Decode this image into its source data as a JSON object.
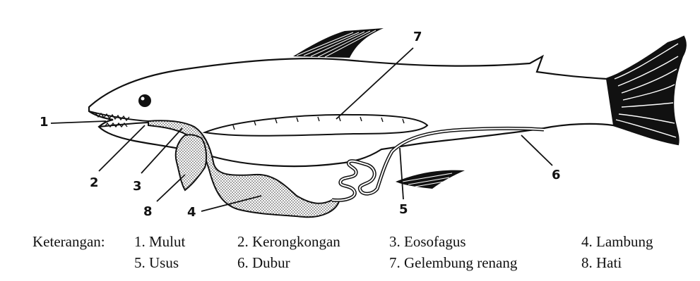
{
  "diagram": {
    "callouts": [
      {
        "id": "c1",
        "number": "1"
      },
      {
        "id": "c2",
        "number": "2"
      },
      {
        "id": "c3",
        "number": "3"
      },
      {
        "id": "c4",
        "number": "4"
      },
      {
        "id": "c5",
        "number": "5"
      },
      {
        "id": "c6",
        "number": "6"
      },
      {
        "id": "c7",
        "number": "7"
      },
      {
        "id": "c8",
        "number": "8"
      }
    ]
  },
  "legend": {
    "heading": "Keterangan:",
    "items": [
      {
        "number": "1.",
        "label": "Mulut"
      },
      {
        "number": "2.",
        "label": "Kerongkongan"
      },
      {
        "number": "3.",
        "label": "Eosofagus"
      },
      {
        "number": "4.",
        "label": "Lambung"
      },
      {
        "number": "5.",
        "label": "Usus"
      },
      {
        "number": "6.",
        "label": "Dubur"
      },
      {
        "number": "7.",
        "label": "Gelembung renang"
      },
      {
        "number": "8.",
        "label": "Hati"
      }
    ]
  }
}
